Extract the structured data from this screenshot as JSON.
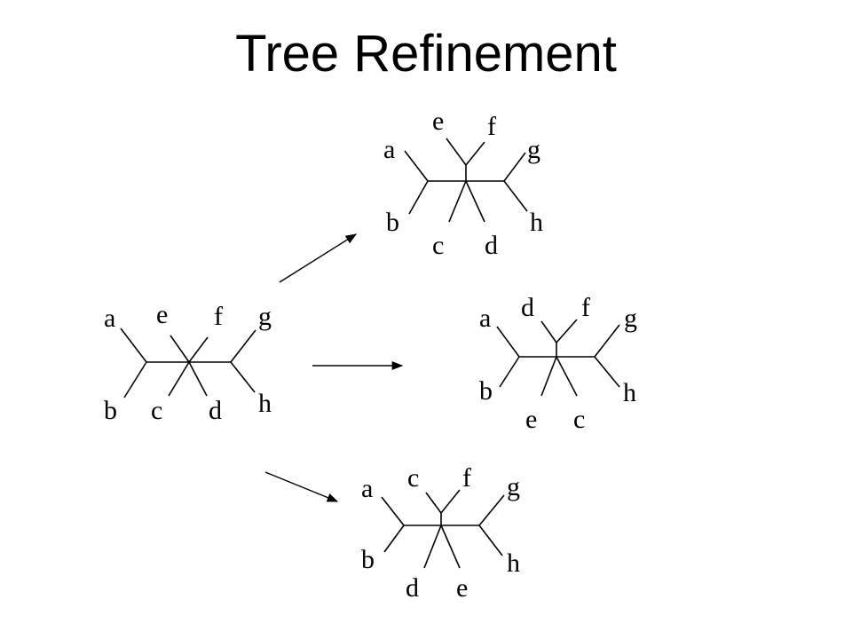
{
  "title": "Tree Refinement",
  "colors": {
    "stroke": "#000000",
    "background": "#ffffff"
  },
  "trees": {
    "source": {
      "labels": [
        "a",
        "e",
        "f",
        "g",
        "b",
        "c",
        "d",
        "h"
      ]
    },
    "top": {
      "labels": [
        "e",
        "f",
        "a",
        "g",
        "b",
        "h",
        "c",
        "d"
      ]
    },
    "middle": {
      "labels": [
        "d",
        "f",
        "a",
        "g",
        "b",
        "h",
        "e",
        "c"
      ]
    },
    "bottom": {
      "labels": [
        "c",
        "f",
        "a",
        "g",
        "b",
        "h",
        "d",
        "e"
      ]
    }
  }
}
